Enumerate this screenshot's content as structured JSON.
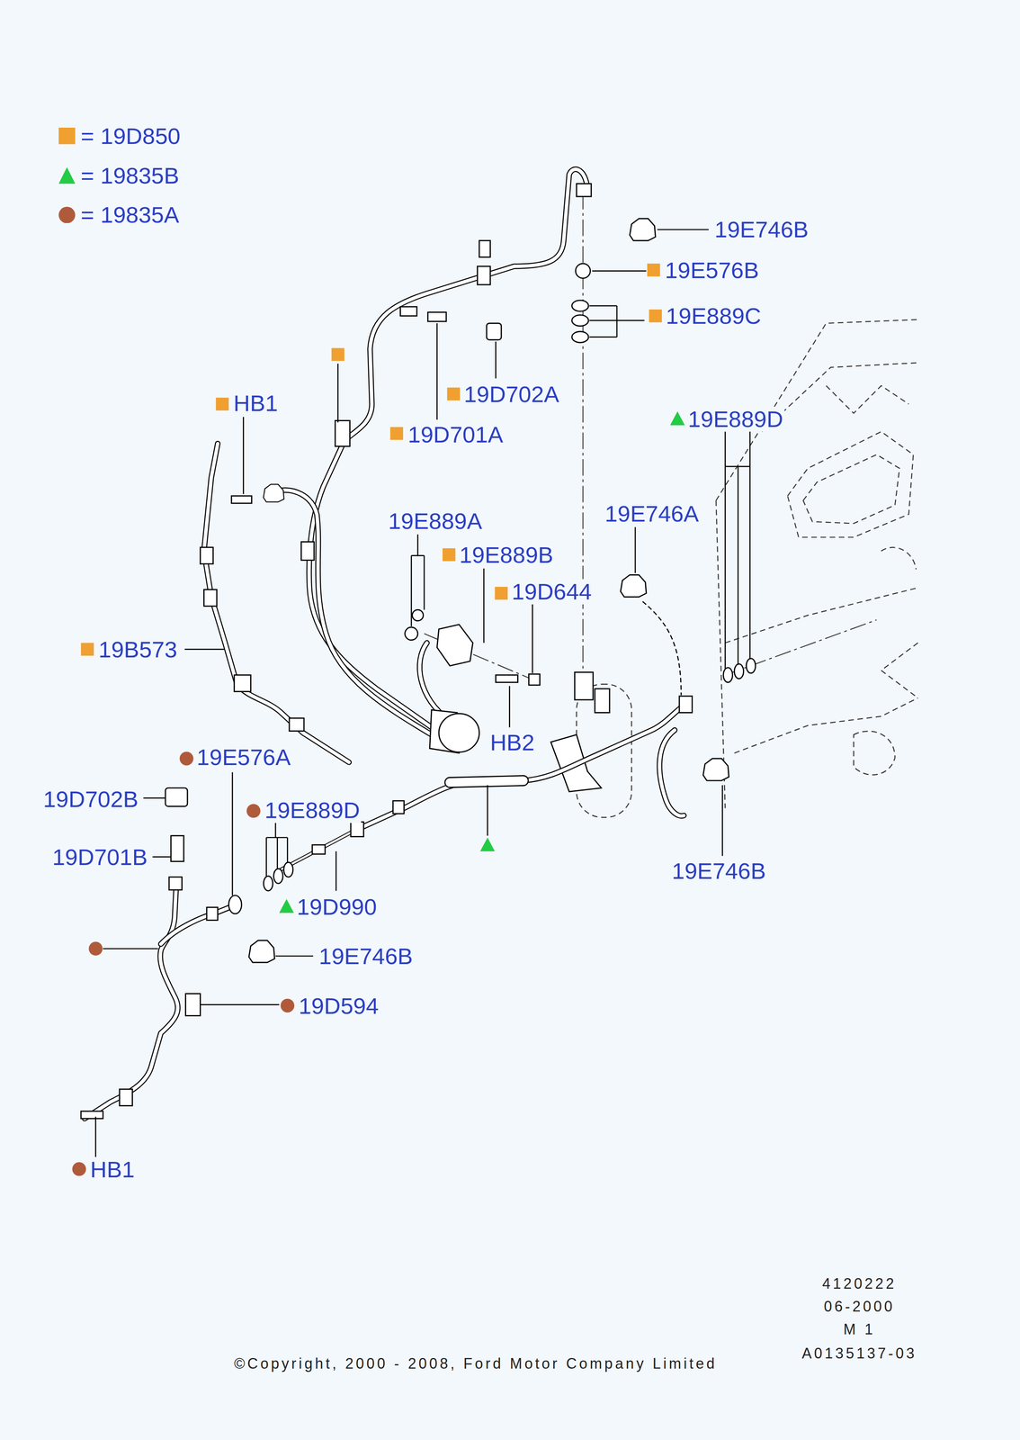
{
  "diagram": {
    "labels": [
      "19E746B",
      "19E576B",
      "19E889C",
      "HB1",
      "19D702A",
      "19D701A",
      "19E889D",
      "19E889A",
      "19E746A",
      "19E889B",
      "19D644",
      "19B573",
      "HB2",
      "19E576A",
      "19D702B",
      "19E889D",
      "19D701B",
      "19D990",
      "19E746B",
      "19E746B",
      "19D594",
      "HB1",
      "4120222",
      "06-2000",
      "M 1",
      "A0135137-03",
      "©Copyright, 2000 - 2008, Ford Motor Company Limited"
    ],
    "legend": [
      {
        "text": "= 19D850",
        "color": "#f0a030"
      },
      {
        "text": "= 19835B",
        "color": "#22cc44"
      },
      {
        "text": "= 19835A",
        "color": "#b05a3c"
      }
    ]
  }
}
